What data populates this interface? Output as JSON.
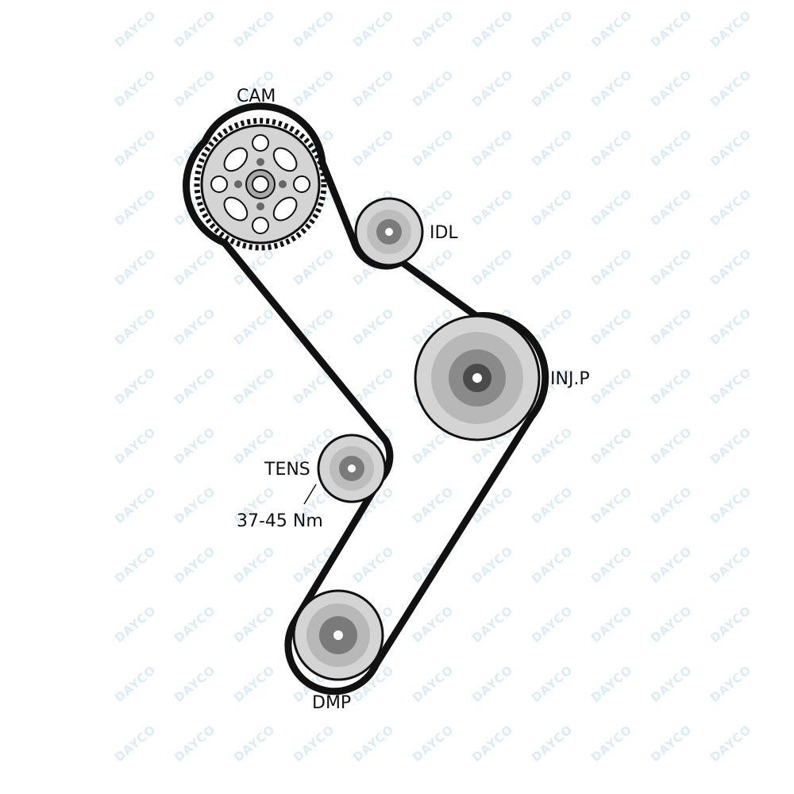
{
  "watermark": {
    "text": "DAYCO",
    "color": "#d9ecf8"
  },
  "colors": {
    "belt": "#111111",
    "pulley_light": "#d4d4d4",
    "pulley_mid": "#a8a8a8",
    "pulley_dark": "#666666",
    "hub": "#2a2a2a"
  },
  "pulleys": [
    {
      "id": "cam",
      "label": "CAM",
      "type": "toothed-sprocket"
    },
    {
      "id": "idl",
      "label": "IDL",
      "type": "smooth"
    },
    {
      "id": "injp",
      "label": "INJ.P",
      "type": "smooth"
    },
    {
      "id": "tens",
      "label": "TENS",
      "type": "smooth",
      "torque": "37-45 Nm"
    },
    {
      "id": "dmp",
      "label": "DMP",
      "type": "smooth"
    }
  ]
}
